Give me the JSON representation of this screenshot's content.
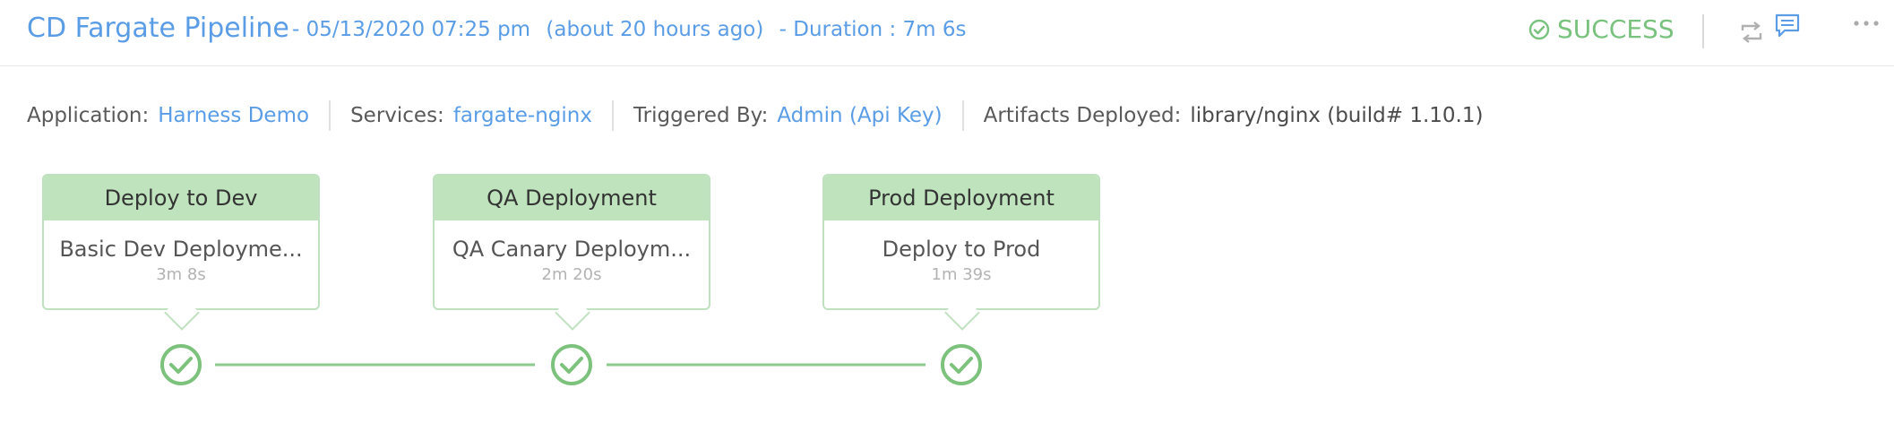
{
  "header": {
    "pipeline_name": "CD Fargate Pipeline",
    "timestamp": "- 05/13/2020 07:25 pm",
    "relative_time": "(about 20 hours ago)",
    "duration": "- Duration : 7m 6s",
    "status": "SUCCESS",
    "status_color": "#78c27d",
    "accent_color": "#5a9de6"
  },
  "info": {
    "application_label": "Application:",
    "application_value": "Harness Demo",
    "services_label": "Services:",
    "services_value": "fargate-nginx",
    "triggered_label": "Triggered By:",
    "triggered_value": "Admin (Api Key)",
    "artifacts_label": "Artifacts Deployed:",
    "artifacts_value": "library/nginx (build# 1.10.1)"
  },
  "stages": [
    {
      "name": "Deploy to Dev",
      "workflow": "Basic Dev Deployme...",
      "duration": "3m 8s",
      "status": "success"
    },
    {
      "name": "QA Deployment",
      "workflow": "QA Canary Deploym...",
      "duration": "2m 20s",
      "status": "success"
    },
    {
      "name": "Prod Deployment",
      "workflow": "Deploy to Prod",
      "duration": "1m 39s",
      "status": "success"
    }
  ],
  "icons": [
    "check-circle-icon",
    "retry-icon",
    "comment-icon",
    "more-icon"
  ]
}
